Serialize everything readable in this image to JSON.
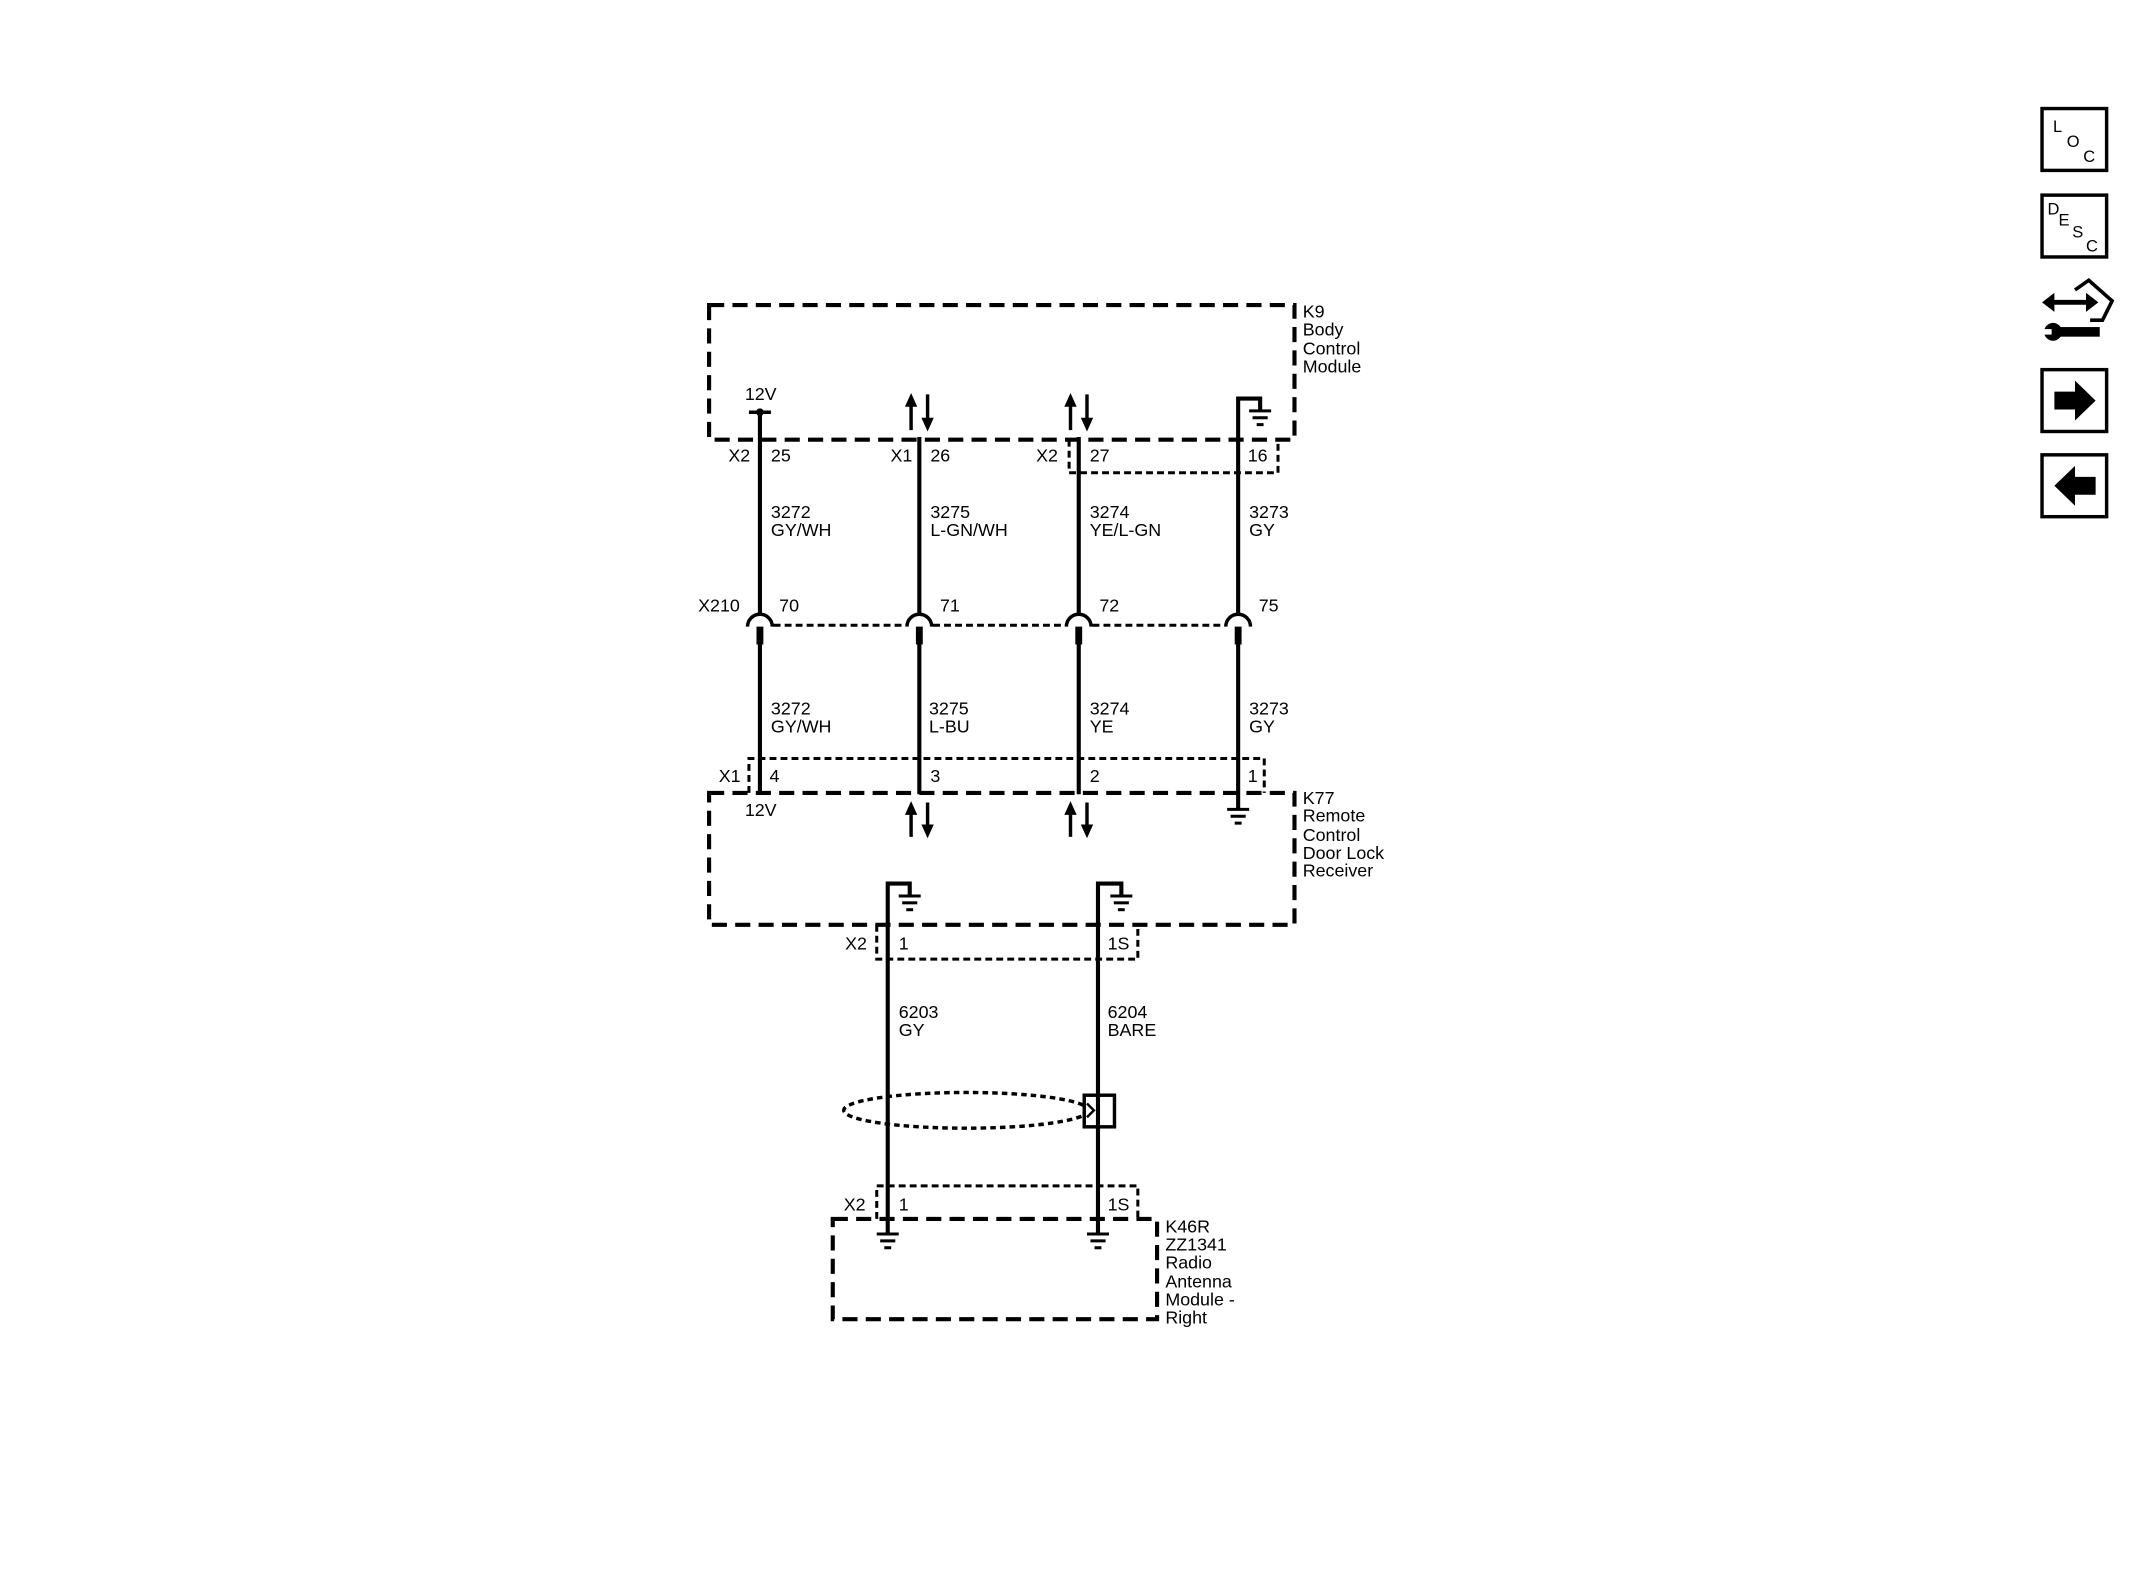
{
  "modules": {
    "k9": [
      "K9",
      "Body",
      "Control",
      "Module"
    ],
    "k77": [
      "K77",
      "Remote",
      "Control",
      "Door Lock",
      "Receiver"
    ],
    "k46r": [
      "K46R",
      "ZZ1341",
      "Radio",
      "Antenna",
      "Module -",
      "Right"
    ]
  },
  "supply_labels": {
    "k9": "12V",
    "k77": "12V"
  },
  "k9_pins": [
    {
      "connector": "X2",
      "pin": "25"
    },
    {
      "connector": "X1",
      "pin": "26"
    },
    {
      "connector": "X2",
      "pin": "27"
    },
    {
      "pin": "16"
    }
  ],
  "upper_wires": [
    {
      "circuit": "3272",
      "color": "GY/WH"
    },
    {
      "circuit": "3275",
      "color": "L-GN/WH"
    },
    {
      "circuit": "3274",
      "color": "YE/L-GN"
    },
    {
      "circuit": "3273",
      "color": "GY"
    }
  ],
  "x210": {
    "name": "X210",
    "pins": [
      "70",
      "71",
      "72",
      "75"
    ]
  },
  "middle_wires": [
    {
      "circuit": "3272",
      "color": "GY/WH"
    },
    {
      "circuit": "3275",
      "color": "L-BU"
    },
    {
      "circuit": "3274",
      "color": "YE"
    },
    {
      "circuit": "3273",
      "color": "GY"
    }
  ],
  "k77_x1": {
    "connector": "X1",
    "pins": [
      "4",
      "3",
      "2",
      "1"
    ]
  },
  "k77_x2": {
    "connector": "X2",
    "pins": [
      "1",
      "1S"
    ]
  },
  "lower_wires": [
    {
      "circuit": "6203",
      "color": "GY"
    },
    {
      "circuit": "6204",
      "color": "BARE"
    }
  ],
  "k46r_x2": {
    "connector": "X2",
    "pins": [
      "1",
      "1S"
    ]
  },
  "nav": {
    "loc": [
      "L",
      "O",
      "C"
    ],
    "desc": [
      "D",
      "E",
      "S",
      "C"
    ],
    "icons": [
      "loc-button",
      "desc-button",
      "connector-repair-icon",
      "arrow-right-icon",
      "arrow-left-icon"
    ]
  },
  "colors": {
    "line": "#000000",
    "background": "#ffffff"
  }
}
